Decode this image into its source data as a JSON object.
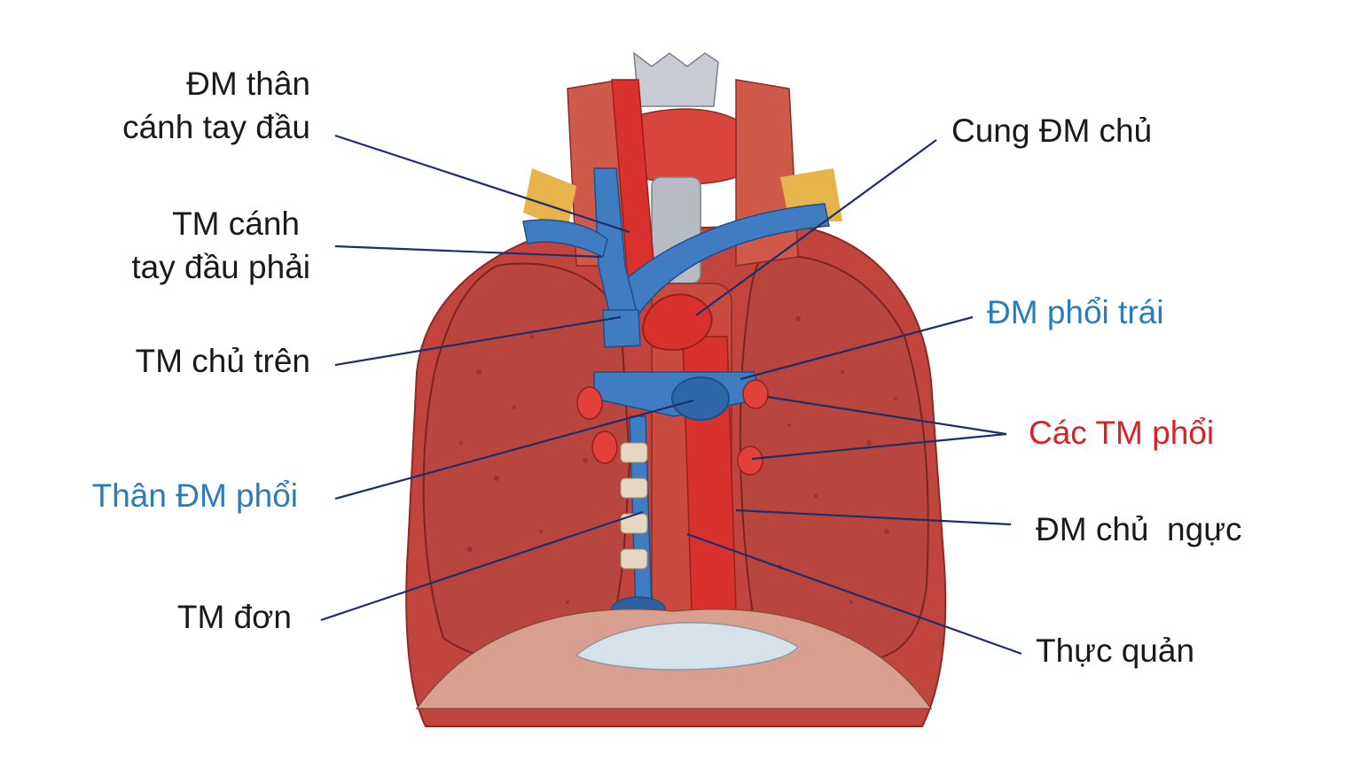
{
  "colors": {
    "label_black": "#1a1a1a",
    "label_blue": "#2a7cbc",
    "label_red": "#e01e26",
    "leader_line": "#1d2f6b",
    "artery": "#d8312e",
    "vein": "#3f7cc1",
    "lung": "#b8453e",
    "muscle": "#cf5a4a",
    "cartilage": "#c9cdd3",
    "fat": "#e6b44a"
  },
  "labels": {
    "brachiocephalic_trunk": {
      "line1": "ĐM thân",
      "line2": "cánh tay đầu"
    },
    "right_brachiocephalic_vein": {
      "line1": "TM cánh",
      "line2": "tay đầu phải"
    },
    "superior_vena_cava": "TM chủ trên",
    "pulmonary_trunk": "Thân ĐM phổi",
    "azygos_vein": "TM đơn",
    "aortic_arch": "Cung ĐM chủ",
    "left_pulmonary_artery": "ĐM phổi trái",
    "pulmonary_veins": "Các TM phổi",
    "thoracic_aorta": "ĐM chủ  ngực",
    "esophagus": "Thực quản"
  }
}
